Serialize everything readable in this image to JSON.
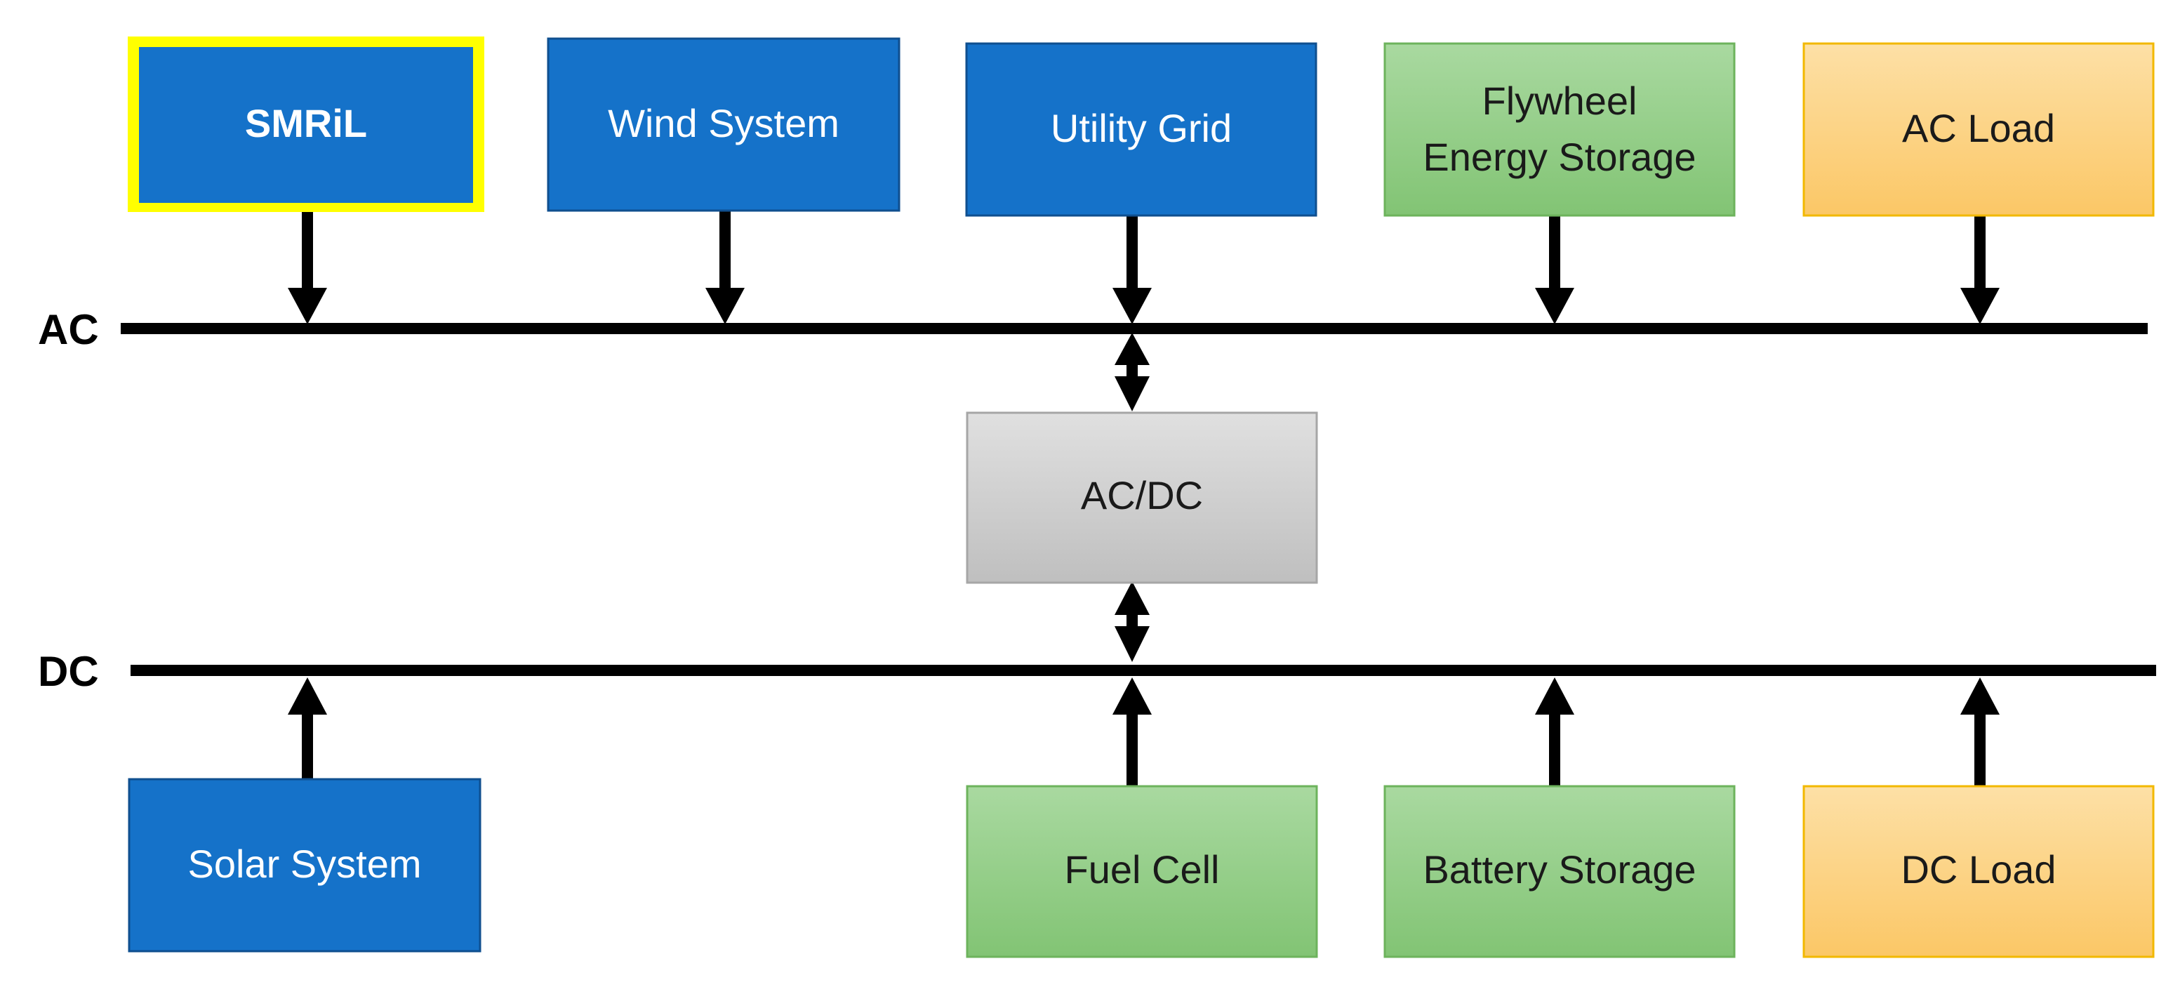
{
  "buses": {
    "ac_label": "AC",
    "dc_label": "DC"
  },
  "blocks": {
    "smril": {
      "label": "SMRiL",
      "highlighted": true
    },
    "wind": {
      "label": "Wind System"
    },
    "grid": {
      "label": "Utility Grid"
    },
    "flywheel": {
      "label_line1": "Flywheel",
      "label_line2": "Energy Storage"
    },
    "ac_load": {
      "label": "AC Load"
    },
    "acdc": {
      "label": "AC/DC"
    },
    "solar": {
      "label": "Solar System"
    },
    "fuel_cell": {
      "label": "Fuel Cell"
    },
    "battery": {
      "label": "Battery Storage"
    },
    "dc_load": {
      "label": "DC Load"
    }
  },
  "colors": {
    "blue_fill": "#1572c9",
    "blue_border": "#0f4f8f",
    "highlight_border": "#ffff00",
    "green_top": "#a9d9a0",
    "green_bottom": "#82c474",
    "green_border": "#6db35c",
    "orange_top": "#fde0a6",
    "orange_bottom": "#fbc766",
    "orange_border": "#f2b800",
    "gray_top": "#e0e0e0",
    "gray_bottom": "#bfbfbf",
    "gray_border": "#a6a6a6",
    "line": "#000000"
  }
}
